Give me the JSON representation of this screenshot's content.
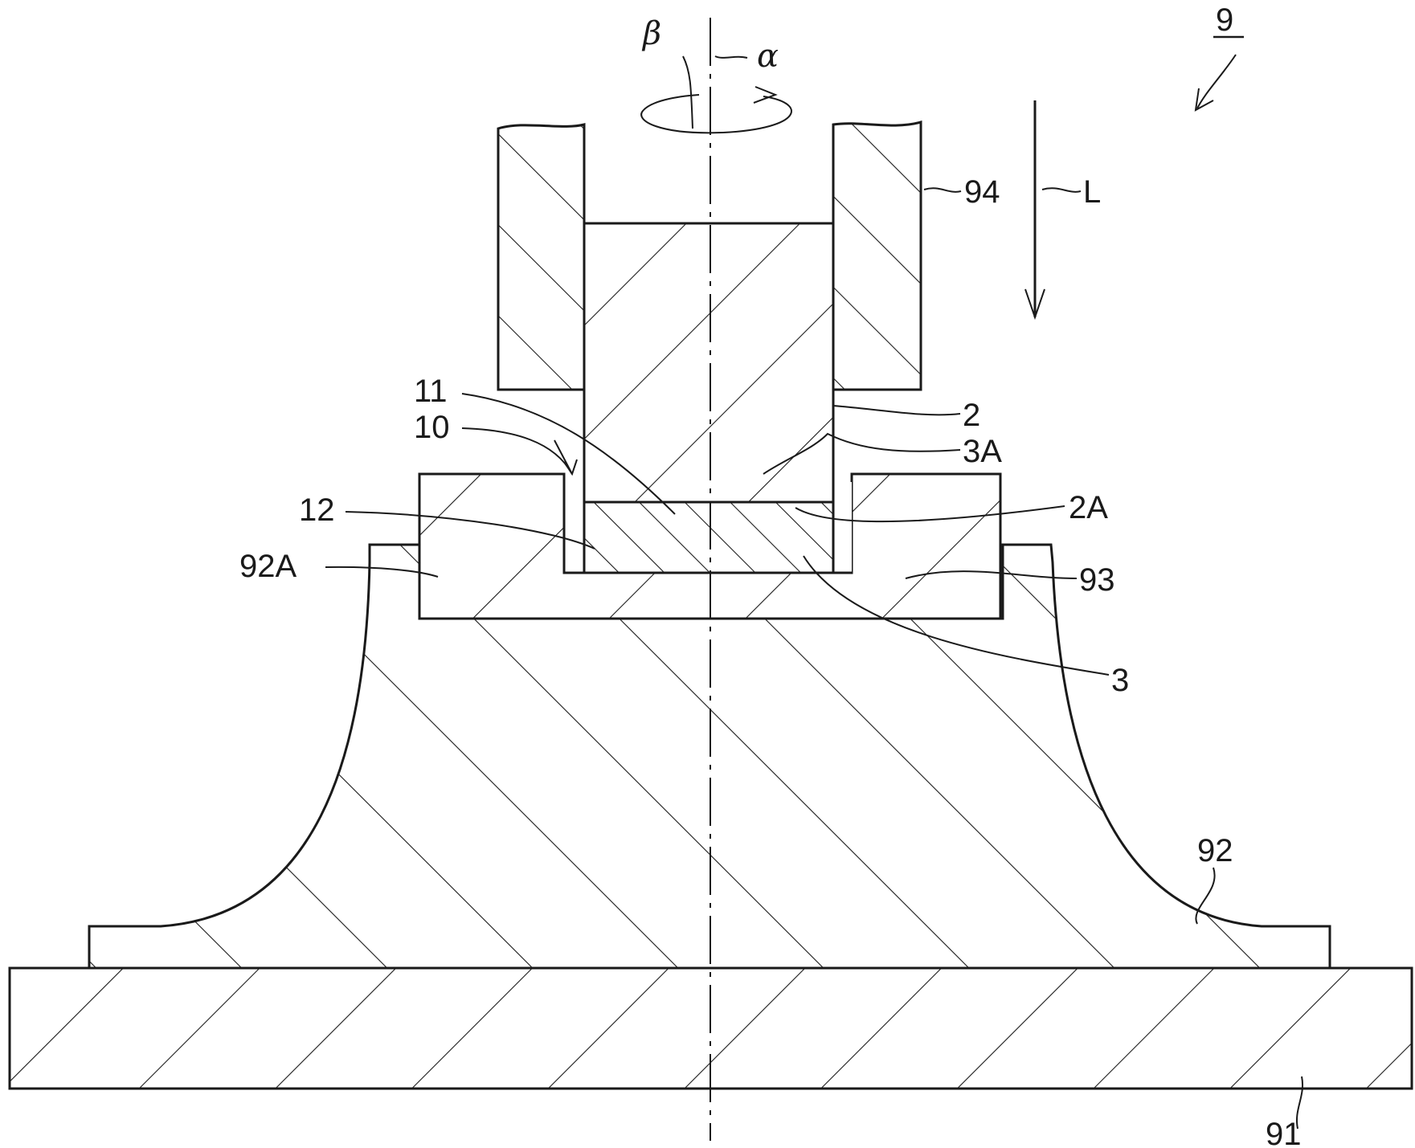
{
  "figure": {
    "number": "9",
    "symbols": {
      "alpha": "α",
      "beta": "β",
      "load": "L"
    },
    "labels": {
      "l94": "94",
      "l2": "2",
      "l3A": "3A",
      "l2A": "2A",
      "l93": "93",
      "l3": "3",
      "l92": "92",
      "l91": "91",
      "l11": "11",
      "l10": "10",
      "l12": "12",
      "l92A": "92A"
    }
  }
}
